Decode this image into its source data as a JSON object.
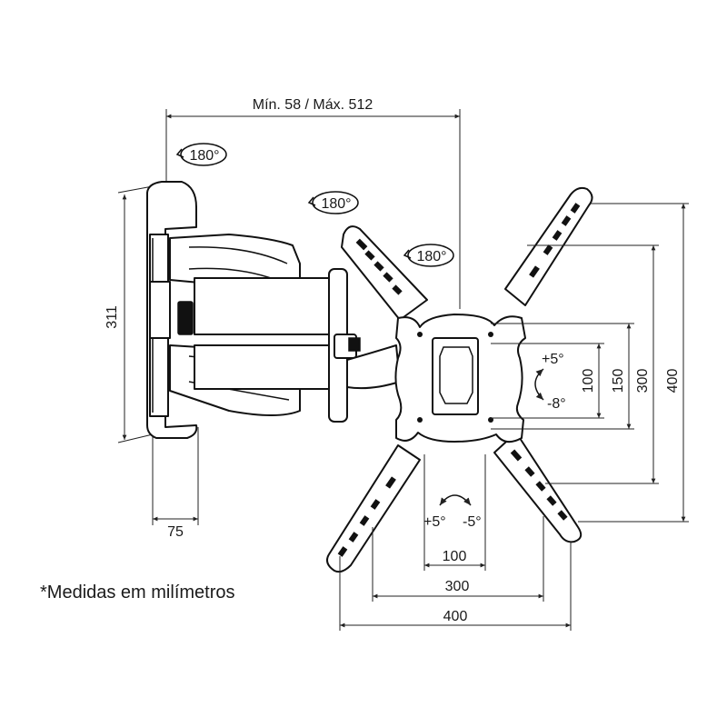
{
  "dimensions": {
    "reach": "Mín. 58 / Máx. 512",
    "wall_plate_height": "311",
    "wall_plate_width": "75",
    "vesa_h_100": "100",
    "vesa_h_300": "300",
    "vesa_h_400": "400",
    "vesa_v_100": "100",
    "vesa_v_150": "150",
    "vesa_v_300": "300",
    "vesa_v_400": "400"
  },
  "rotation": {
    "wall_joint": "180°",
    "mid_joint": "180°",
    "head_joint": "180°"
  },
  "tilt": {
    "up": "+5°",
    "down": "-8°"
  },
  "swivel": {
    "left": "+5°",
    "right": "-5°"
  },
  "note": "*Medidas em milímetros",
  "colors": {
    "line": "#111111",
    "background": "#ffffff"
  }
}
